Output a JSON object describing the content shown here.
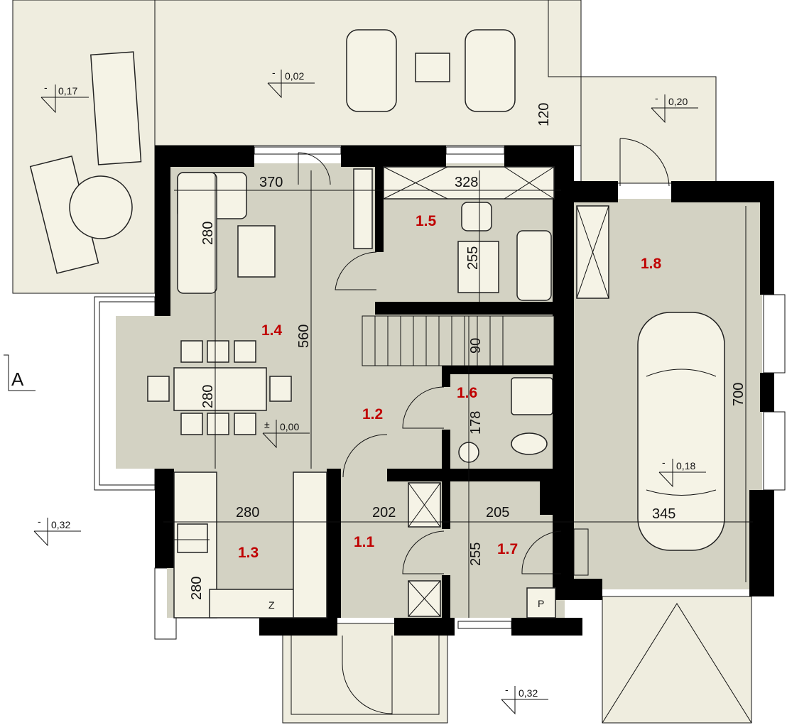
{
  "colors": {
    "floor": "#d3d2c3",
    "terrace": "#efeddf",
    "wall": "#000000",
    "furniture": "#f5f3e6",
    "room_label": "#c00000"
  },
  "rooms": [
    {
      "id": "1.1"
    },
    {
      "id": "1.2"
    },
    {
      "id": "1.3"
    },
    {
      "id": "1.4"
    },
    {
      "id": "1.5"
    },
    {
      "id": "1.6"
    },
    {
      "id": "1.7"
    },
    {
      "id": "1.8"
    }
  ],
  "dimensions": {
    "living_width": "370",
    "study_width": "328",
    "sofa_depth": "280",
    "study_depth": "255",
    "living_depth": "560",
    "dining_depth": "280",
    "stairs": "90",
    "wc_depth": "178",
    "garage_depth": "700",
    "garage_width": "345",
    "kitchen_width": "280",
    "hall_width": "202",
    "utility_width": "205",
    "hall_depth": "255",
    "kitchen_depth": "280",
    "terrace_depth": "120"
  },
  "levels": {
    "left_terrace": "0,17",
    "top_terrace": "0,02",
    "garage_front": "0,20",
    "floor": "0,00",
    "garage": "0,18",
    "left_ground": "0,32",
    "bottom_ground": "0,32"
  },
  "level_signs": {
    "minus": "-",
    "plusminus": "±"
  },
  "markers": {
    "section": "A",
    "fridge": "Z",
    "boiler": "P"
  }
}
